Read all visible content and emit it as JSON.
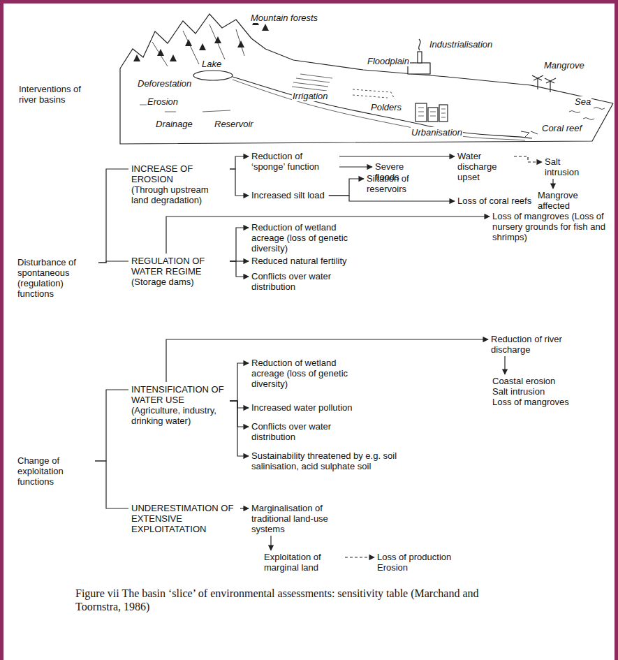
{
  "diagram": {
    "caption": "Figure vii The basin ‘slice’ of environmental assessments: sensitivity table (Marchand and Toornstra, 1986)",
    "nodes": [
      {
        "text": [
          "Disturbance of spontaneous (regulation) functions"
        ]
      },
      {
        "text": [
          "INCREASE OF EROSION",
          "(Through upstream land degradation)"
        ]
      },
      {
        "text": [
          "Reduction of ‘sponge’ function"
        ]
      },
      {
        "text": [
          "Severe floods"
        ]
      },
      {
        "text": [
          "Water discharge upset"
        ]
      },
      {
        "text": [
          "Salt intrusion"
        ]
      },
      {
        "text": [
          "Mangrove affected"
        ]
      },
      {
        "text": [
          "Increased silt load"
        ]
      },
      {
        "text": [
          "Siltation of reservoirs"
        ]
      },
      {
        "text": [
          "Loss of coral reefs"
        ]
      },
      {
        "text": [
          "REGULATION OF WATER REGIME",
          "(Storage dams)"
        ]
      },
      {
        "text": [
          "Loss of mangroves (Loss of nursery grounds for fish and shrimps)"
        ]
      },
      {
        "text": [
          "Reduction of wetland acreage (loss of genetic diversity)"
        ]
      },
      {
        "text": [
          "Reduced natural fertility"
        ]
      },
      {
        "text": [
          "Conflicts over water distribution"
        ]
      },
      {
        "text": [
          "Change of exploitation functions"
        ]
      },
      {
        "text": [
          "INTENSIFICATION OF WATER USE",
          "(Agriculture, industry, drinking water)"
        ]
      },
      {
        "text": [
          "Reduction of river discharge"
        ]
      },
      {
        "text": [
          "Coastal erosion",
          "Salt intrusion",
          "Loss of mangroves"
        ]
      },
      {
        "text": [
          "Reduction of wetland acreage (loss of genetic diversity)"
        ]
      },
      {
        "text": [
          "Increased water pollution"
        ]
      },
      {
        "text": [
          "Conflicts over water distribution"
        ]
      },
      {
        "text": [
          "Sustainability threatened by e.g. soil salinisation, acid sulphate soil"
        ]
      },
      {
        "text": [
          "UNDERESTIMATION OF EXTENSIVE EXPLOITATATION"
        ]
      },
      {
        "text": [
          "Marginalisation of traditional land-use systems"
        ]
      },
      {
        "text": [
          "Exploitation of marginal land"
        ]
      },
      {
        "text": [
          "Loss of production Erosion"
        ]
      }
    ],
    "edges": [
      {
        "from": 0,
        "to": 1,
        "arrow": "none"
      },
      {
        "from": 0,
        "to": 10,
        "arrow": "none"
      },
      {
        "from": 1,
        "to": 2,
        "arrow": "to"
      },
      {
        "from": 1,
        "to": 7,
        "arrow": "to"
      },
      {
        "from": 2,
        "to": 4,
        "arrow": "to"
      },
      {
        "from": 2,
        "to": 3,
        "arrow": "to"
      },
      {
        "from": 4,
        "to": 5,
        "arrow": "to"
      },
      {
        "from": 5,
        "to": 6,
        "arrow": "to"
      },
      {
        "from": 7,
        "to": 8,
        "arrow": "to"
      },
      {
        "from": 7,
        "to": 9,
        "arrow": "to"
      },
      {
        "from": 10,
        "to": 11,
        "arrow": "to"
      },
      {
        "from": 10,
        "to": 12,
        "arrow": "to"
      },
      {
        "from": 10,
        "to": 13,
        "arrow": "to"
      },
      {
        "from": 10,
        "to": 14,
        "arrow": "to"
      },
      {
        "from": 15,
        "to": 16,
        "arrow": "none"
      },
      {
        "from": 15,
        "to": 23,
        "arrow": "none"
      },
      {
        "from": 16,
        "to": 17,
        "arrow": "to"
      },
      {
        "from": 17,
        "to": 18,
        "arrow": "to"
      },
      {
        "from": 16,
        "to": 19,
        "arrow": "to"
      },
      {
        "from": 16,
        "to": 20,
        "arrow": "to"
      },
      {
        "from": 16,
        "to": 21,
        "arrow": "to"
      },
      {
        "from": 16,
        "to": 22,
        "arrow": "to"
      },
      {
        "from": 23,
        "to": 24,
        "arrow": "to"
      },
      {
        "from": 24,
        "to": 25,
        "arrow": "to"
      },
      {
        "from": 25,
        "to": 26,
        "arrow": "to"
      }
    ],
    "labels": [
      "Mountain forests",
      "Lake",
      "Floodplain",
      "Industrialisation",
      "Mangrove",
      "Sea",
      "Coral reef",
      "Deforestation",
      "Erosion",
      "Drainage",
      "Reservoir",
      "Irrigation",
      "Polders",
      "Urbanisation",
      "Interventions of river basins"
    ]
  }
}
